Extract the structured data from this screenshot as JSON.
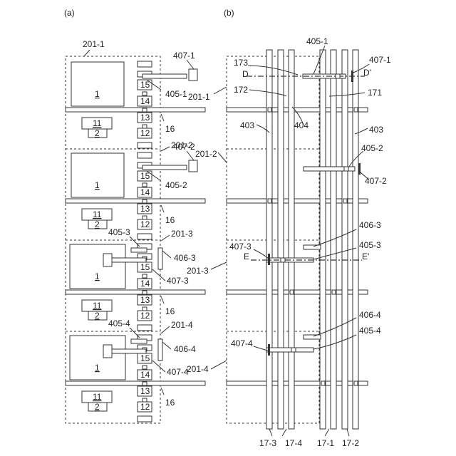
{
  "panels": {
    "a": "(a)",
    "b": "(b)"
  },
  "a": {
    "cells": [
      {
        "region": "201-1",
        "photodiode": "1",
        "amp_top": "11",
        "amp_bot": "2",
        "t15": "15",
        "t14": "14",
        "t13": "13",
        "t12": "12",
        "wire": "16",
        "line": "405-1",
        "pad": "407-1"
      },
      {
        "region": "201-2",
        "photodiode": "1",
        "amp_top": "11",
        "amp_bot": "2",
        "t15": "15",
        "t14": "14",
        "t13": "13",
        "t12": "12",
        "wire": "16",
        "line": "405-2",
        "pad": "407-2"
      },
      {
        "region": "201-3",
        "photodiode": "1",
        "amp_top": "11",
        "amp_bot": "2",
        "t15": "15",
        "t14": "14",
        "t13": "13",
        "t12": "12",
        "wire": "16",
        "line": "405-3",
        "pad": "407-3",
        "conn": "406-3"
      },
      {
        "region": "201-4",
        "photodiode": "1",
        "amp_top": "11",
        "amp_bot": "2",
        "t15": "15",
        "t14": "14",
        "t13": "13",
        "t12": "12",
        "wire": "16",
        "line": "405-4",
        "pad": "407-4",
        "conn": "406-4"
      }
    ]
  },
  "b": {
    "regions": [
      "201-1",
      "201-2",
      "201-3",
      "201-4"
    ],
    "labels": {
      "l405_1": "405-1",
      "l407_1": "407-1",
      "l173": "173",
      "lD": "D",
      "lDp": "D'",
      "l172": "172",
      "l171": "171",
      "l403a": "403",
      "l403b": "403",
      "l404": "404",
      "l405_2": "405-2",
      "l407_2": "407-2",
      "l406_3": "406-3",
      "l405_3": "405-3",
      "l407_3": "407-3",
      "lE": "E",
      "lEp": "E'",
      "l406_4": "406-4",
      "l405_4": "405-4",
      "l407_4": "407-4"
    },
    "columns": [
      "17-3",
      "17-4",
      "17-1",
      "17-2"
    ]
  }
}
